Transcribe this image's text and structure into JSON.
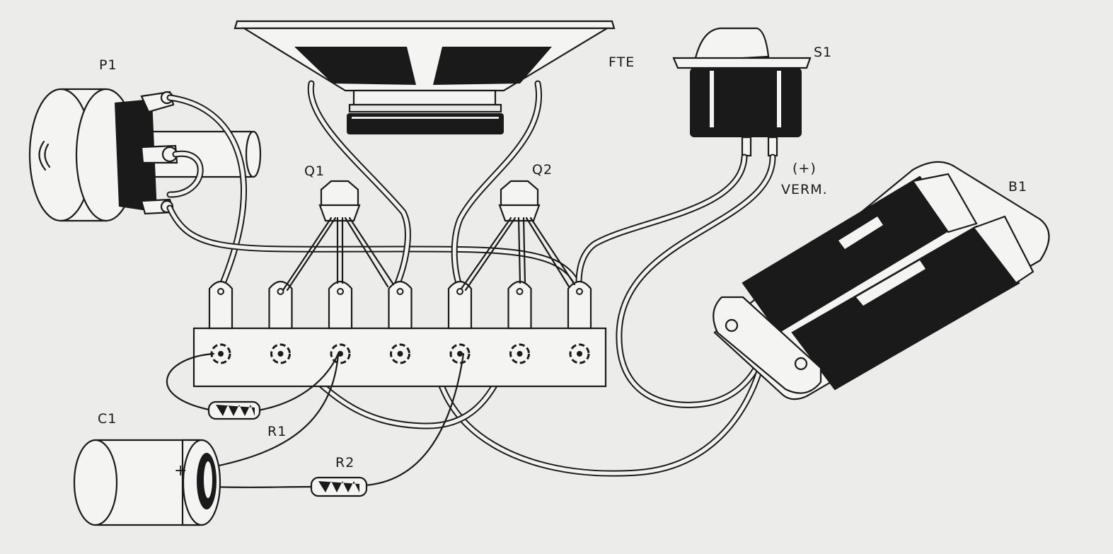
{
  "labels": {
    "p1": "P1",
    "q1": "Q1",
    "q2": "Q2",
    "fte": "FTE",
    "s1": "S1",
    "plus": "(+)",
    "verm": "VERM.",
    "b1": "B1",
    "c1": "C1",
    "r1": "R1",
    "r2": "R2",
    "cap_plus": "+"
  },
  "terminal_strip": {
    "lug_count": 7
  },
  "colors": {
    "ink": "#1a1a1a",
    "paper": "#ececea"
  }
}
